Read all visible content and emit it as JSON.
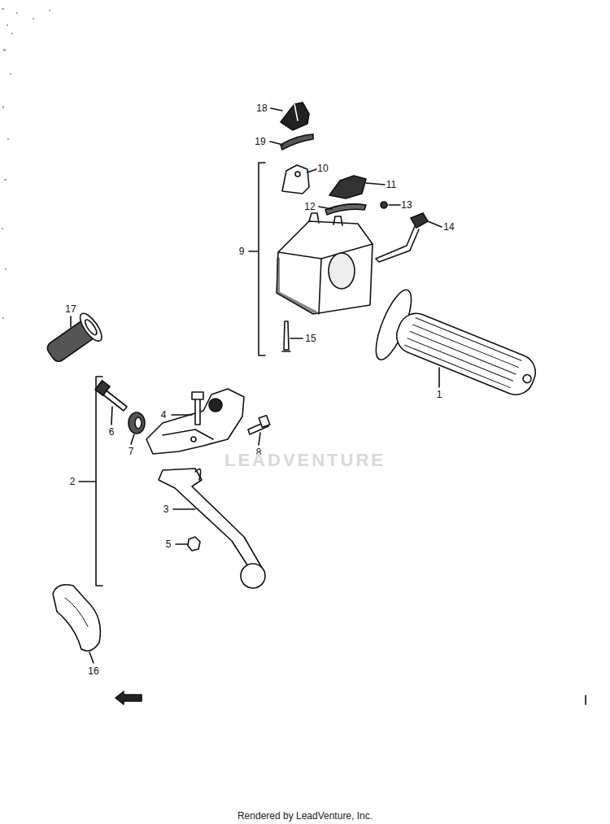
{
  "diagram": {
    "labels": [
      "18",
      "19",
      "10",
      "11",
      "12",
      "13",
      "14",
      "9",
      "15",
      "17",
      "1",
      "6",
      "4",
      "7",
      "8",
      "2",
      "3",
      "5",
      "16",
      "LEADVENTURE",
      "Rendered by LeadVenture, Inc."
    ]
  }
}
